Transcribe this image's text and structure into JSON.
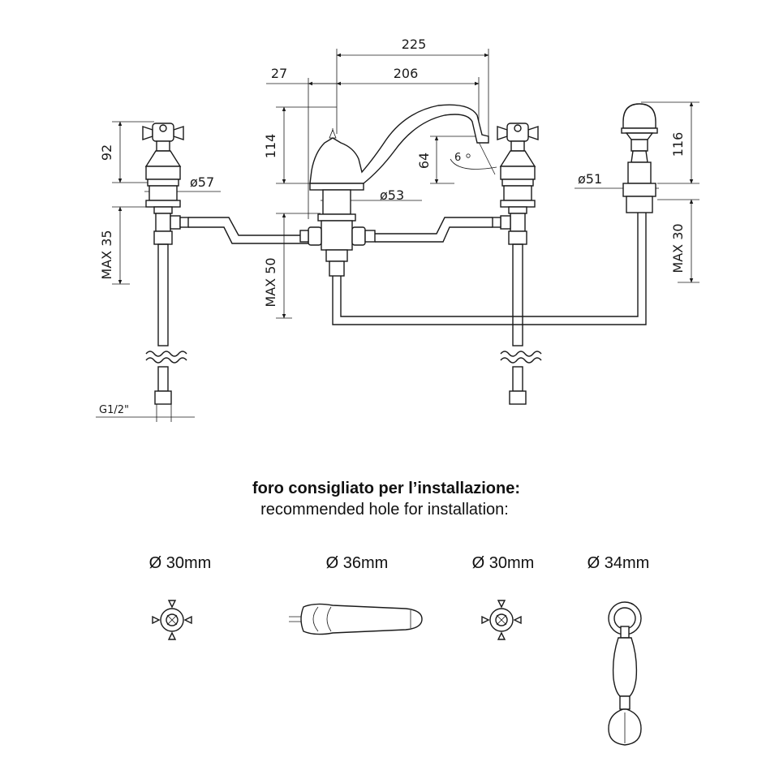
{
  "drawing": {
    "dims": {
      "d225": "225",
      "d27": "27",
      "d206": "206",
      "d114": "114",
      "d92": "92",
      "d64": "64",
      "d116": "116",
      "d6": "6",
      "phi57": "ø57",
      "phi53": "ø53",
      "phi51": "ø51",
      "max35": "MAX 35",
      "max50": "MAX 50",
      "max30": "MAX 30",
      "g12": "G1/2\""
    }
  },
  "install": {
    "title_it": "foro consigliato per l’installazione:",
    "title_en": "recommended hole for installation:",
    "holes": [
      {
        "label": "Ø 30mm",
        "icon": "cross-handle-icon"
      },
      {
        "label": "Ø 36mm",
        "icon": "spout-icon"
      },
      {
        "label": "Ø 30mm",
        "icon": "cross-handle-icon"
      },
      {
        "label": "Ø 34mm",
        "icon": "hand-shower-icon"
      }
    ]
  }
}
